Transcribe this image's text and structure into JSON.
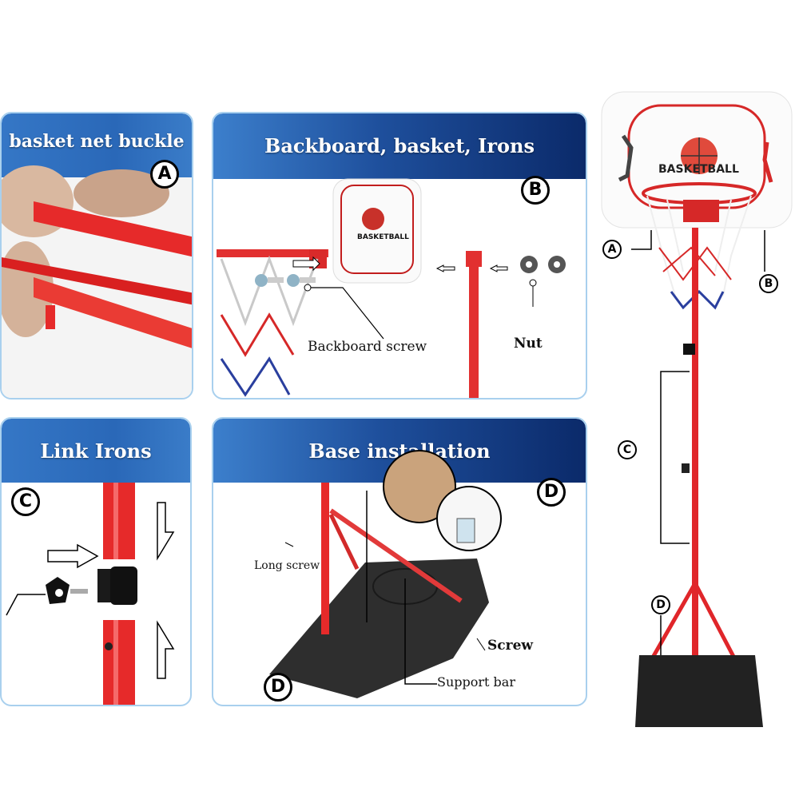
{
  "panels": {
    "a": {
      "title": "basket net buckle",
      "badge": "A"
    },
    "b": {
      "title": "Backboard, basket, Irons",
      "badge": "B",
      "labels": {
        "backboard_screw": "Backboard screw",
        "nut": "Nut"
      },
      "backboard_text": "BASKETBALL"
    },
    "c": {
      "title": "Link Irons",
      "badge": "C"
    },
    "d": {
      "title": "Base installation",
      "badge": "D",
      "badge_bottom": "D",
      "labels": {
        "long_screw": "Long screw",
        "screw": "Screw",
        "support_bar": "Support bar"
      }
    }
  },
  "overview": {
    "backboard_text": "BASKETBALL",
    "callouts": [
      "A",
      "B",
      "C",
      "D"
    ]
  },
  "colors": {
    "header_blue_dark": "#0b2a6a",
    "header_blue_light": "#3c7fcc",
    "pole_red": "#e0262a",
    "base_black": "#2a2a2a",
    "net_blue": "#2a3f9e"
  }
}
